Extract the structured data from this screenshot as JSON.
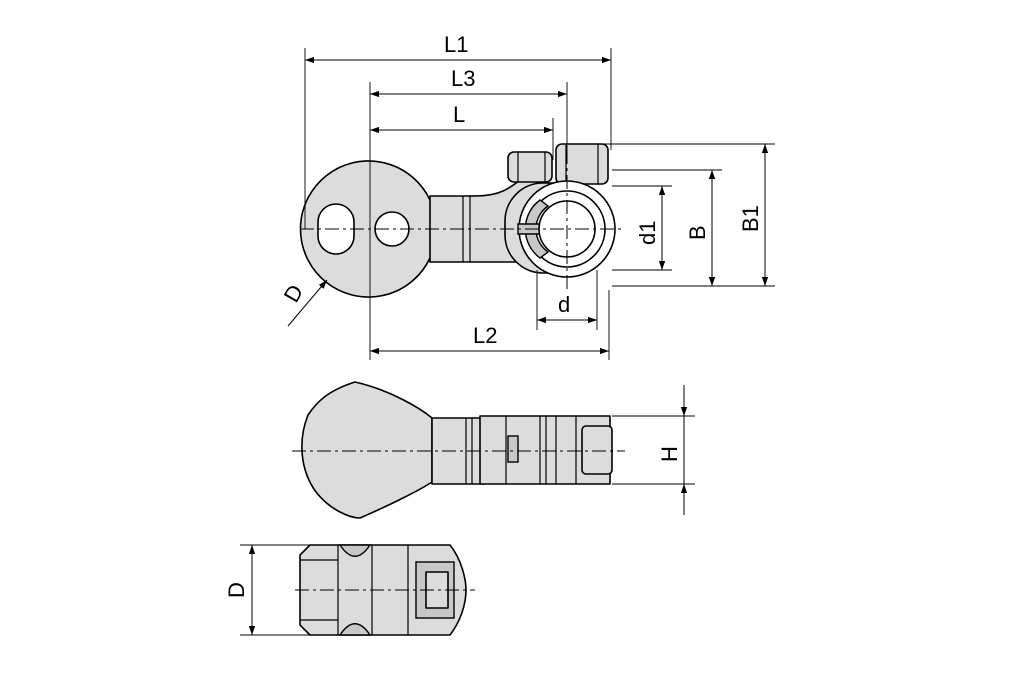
{
  "dimensions": {
    "L1": "L1",
    "L3": "L3",
    "L": "L",
    "L2": "L2",
    "D_top": "D",
    "d": "d",
    "d1": "d1",
    "B": "B",
    "B1": "B1",
    "H": "H",
    "D_side": "D"
  }
}
